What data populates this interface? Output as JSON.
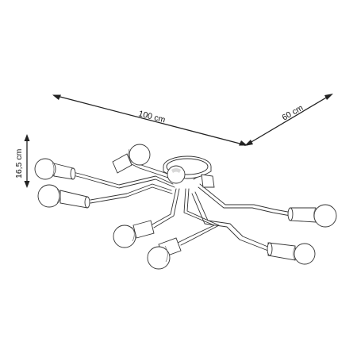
{
  "dimensions": {
    "width_label": "100 cm",
    "depth_label": "60 cm",
    "height_label": "16,5 cm"
  },
  "colors": {
    "line": "#333333",
    "background": "#ffffff"
  },
  "lamp": {
    "bulb_count": 8
  }
}
